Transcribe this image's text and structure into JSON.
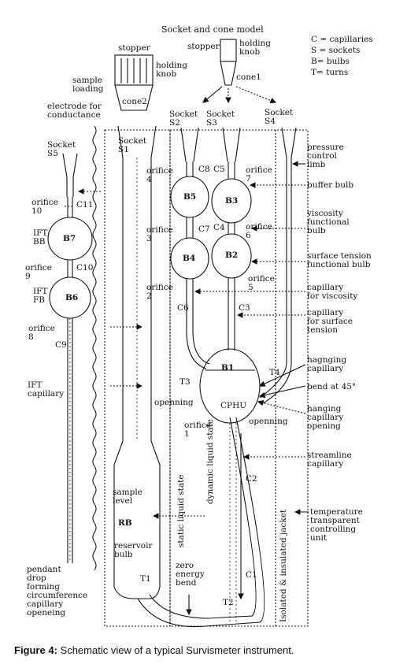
{
  "title": "Socket and cone model",
  "legend": {
    "c": "C = capillaries",
    "s": "S = sockets",
    "b": "B= bulbs",
    "t": "T= turns"
  },
  "labels": {
    "stopper_left": "stopper",
    "holding_knob_left": "holding\nknob",
    "stopper_right": "stopper",
    "holding_knob_right": "holding\nknob",
    "cone1": "cone1",
    "cone2": "cone2",
    "sample_loading": "sample\nloading",
    "electrode": "electrode for\nconductance",
    "socket_s5": "Socket\nS5",
    "socket_s1": "Socket\nS1",
    "socket_s2": "Socket\nS2",
    "socket_s3": "Socket\nS3",
    "socket_s4": "Socket\nS4",
    "orifice10": "orifice\n10",
    "c11": "C11",
    "ift_bb": "IFT\nBB",
    "b7": "B7",
    "orifice9": "orifice\n9",
    "c10": "C10",
    "ift_fb": "IFT\nFB",
    "b6": "B6",
    "orifice8": "orifice\n8",
    "c9": "C9",
    "ift_capillary": "IFT\ncapillary",
    "orifice4": "orifice\n4",
    "c8": "C8",
    "c5": "C5",
    "orifice7": "orifice\n7",
    "b5": "B5",
    "b3": "B3",
    "orifice3": "orifice\n3",
    "c7": "C7",
    "c4": "C4",
    "orifice6": "orifice\n6",
    "b4": "B4",
    "b2": "B2",
    "orifice2": "orifice\n2",
    "orifice5": "orifice\n5",
    "c6": "C6",
    "c3": "C3",
    "b1": "B1",
    "t3": "T3",
    "t4": "T4",
    "cphu": "CPHU",
    "opening_left": "openning",
    "opening_right": "openning",
    "orifice1": "orifice\n1",
    "c2": "C2",
    "c1": "C1",
    "t1": "T1",
    "t2": "T2",
    "sample_level": "sample\nlevel",
    "rb": "RB",
    "reservoir_bulb": "reservoir\nbulb",
    "zero_energy_bend": "zero\nenergy\nbend",
    "static_liquid_state": "static liquid state",
    "dynamic_liquid_state": "dynamic liquid state",
    "jacket": "Isolated & insulated jacket",
    "pendant_drop": "pendant\ndrop\nforming\ncircumference\ncapillary\nopeneing",
    "pressure_control": "pressure\ncontrol\nlimb",
    "buffer_bulb": "buffer bulb",
    "viscosity_bulb": "viscosity\nfunctional\nbulb",
    "surface_tension_bulb": "surface tension\nfunctional bulb",
    "capillary_viscosity": "capillary\nfor viscosity",
    "capillary_surface_tension": "capillary\nfor surface\ntension",
    "hanging_capillary": "hagnging\ncapillary",
    "bend45": "bend at 45°",
    "hanging_opening": "hanging\ncapillary\nopening",
    "streamline": "streamline\ncapillary",
    "temperature_unit": "temperature\ntransparent\ncontrolling\nunit"
  },
  "caption": {
    "bold": "Figure 4:",
    "text": " Schematic view of a typical Survismeter instrument."
  }
}
